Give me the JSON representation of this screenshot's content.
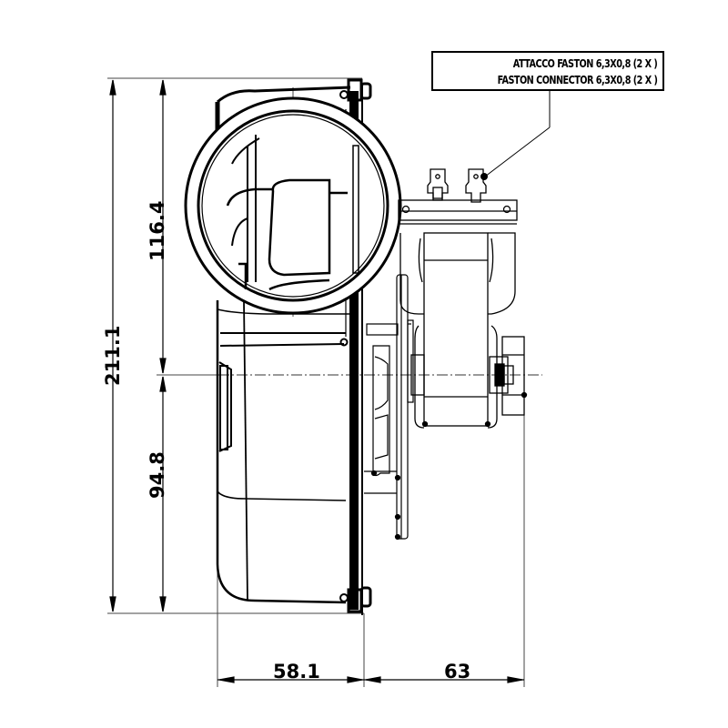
{
  "callout": {
    "line_it": "ATTACCO FASTON 6,3X0,8 (2 X )",
    "line_en": "FASTON CONNECTOR 6,3X0,8 (2 X )"
  },
  "dimensions": {
    "overall_height": "211.1",
    "upper_height": "116.4",
    "lower_height": "94.8",
    "housing_depth": "58.1",
    "motor_depth": "63"
  },
  "colors": {
    "line": "#000000",
    "thin_line": "#444444",
    "background": "#ffffff"
  }
}
